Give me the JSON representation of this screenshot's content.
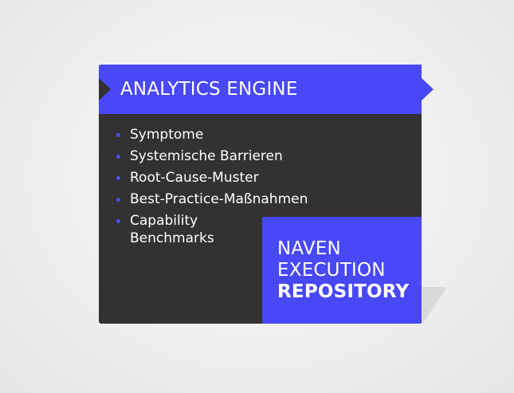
{
  "colors": {
    "background": "#efefef",
    "card": "#333131",
    "accent": "#4848f6",
    "shadow": "#dcdcdc",
    "text": "#ffffff"
  },
  "banner": {
    "title": "ANALYTICS ENGINE"
  },
  "items": [
    {
      "label": "Symptome"
    },
    {
      "label": "Systemische Barrieren"
    },
    {
      "label": "Root-Cause-Muster"
    },
    {
      "label": "Best-Practice-Maßnahmen"
    },
    {
      "label": "Capability Benchmarks"
    }
  ],
  "repository": {
    "line1": "NAVEN",
    "line2": "EXECUTION",
    "line3": "REPOSITORY"
  }
}
